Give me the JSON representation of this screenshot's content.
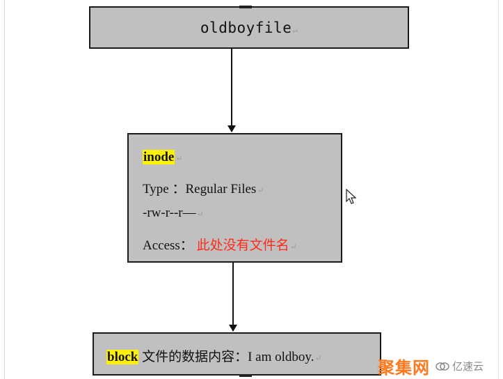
{
  "file_box": {
    "name": "oldboyfile"
  },
  "inode_box": {
    "title": "inode",
    "type_line": "Type ：Regular Files",
    "perm_line": "-rw-r--r—",
    "access_label": "Access：",
    "access_value": "此处没有文件名"
  },
  "block_box": {
    "title": "block",
    "content": "文件的数据内容：I  am oldboy."
  },
  "para_mark": "↵",
  "watermark": {
    "brand": "聚集网",
    "site": "亿速云"
  },
  "colors": {
    "box_fill": "#c0c0c0",
    "highlight": "#fff200",
    "red_text": "#ff2a1a",
    "watermark": "#ff7a1f"
  }
}
